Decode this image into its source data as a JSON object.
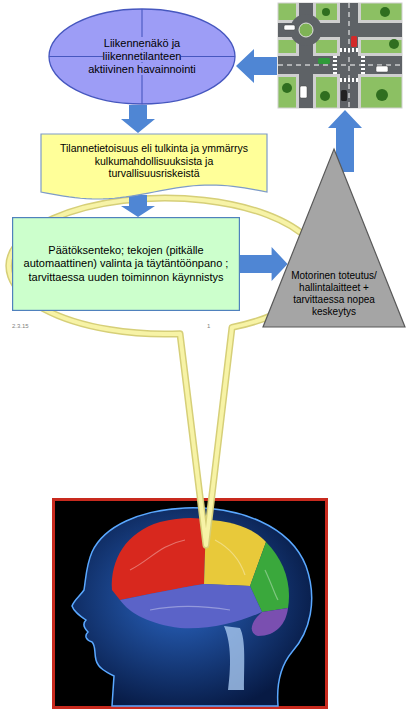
{
  "diagram": {
    "nodes": [
      {
        "text": [
          "Liikennenäkö ja liikennetilanteen aktiivinen havainnointi"
        ]
      },
      {
        "text": [
          "Tilannetietoisuus eli tulkinta ja ymmärrys kulkumahdollisuuksista ja turvallisuusriskeistä"
        ]
      },
      {
        "text": [
          "Päätöksenteko; tekojen (pitkälle automaattinen) valinta ja täytäntöönpano ; tarvittaessa uuden toiminnon käynnistys"
        ]
      },
      {
        "text": [
          "Motorinen toteutus/ hallintalaitteet + tarvittaessa nopea keskeytys"
        ]
      }
    ],
    "edges": [
      {
        "from": 0,
        "to": 1,
        "arrow": "to"
      },
      {
        "from": 1,
        "to": 2,
        "arrow": "to"
      },
      {
        "from": 2,
        "to": 3,
        "arrow": "to"
      }
    ],
    "labels": [
      "2.3.15",
      "1"
    ]
  }
}
